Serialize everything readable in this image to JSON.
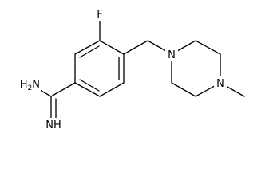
{
  "molecule": {
    "atoms": {
      "fluorine": "F",
      "amine": "H2N",
      "imine": "NH",
      "piperazine_n1": "N",
      "piperazine_n4": "N"
    }
  },
  "colors": {
    "bond": "#000000",
    "label": "#000000",
    "background": "#ffffff"
  }
}
